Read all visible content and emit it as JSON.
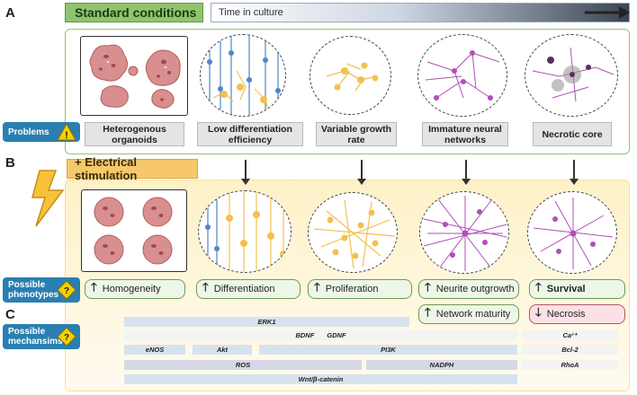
{
  "section_labels": {
    "a": "A",
    "b": "B",
    "c": "C"
  },
  "standard_conditions": "Standard conditions",
  "time_in_culture": "Time in culture",
  "electrical_stimulation": "+ Electrical stimulation",
  "side_labels": {
    "problems": "Problems",
    "possible_phenotypes": "Possible phenotypes",
    "possible_mechanisms": "Possible mechansims"
  },
  "problems": [
    "Heterogenous organoids",
    "Low differentiation efficiency",
    "Variable growth rate",
    "Immature neural networks",
    "Necrotic core"
  ],
  "phenotypes": {
    "homogeneity": "Homogeneity",
    "differentiation": "Differentiation",
    "proliferation": "Proliferation",
    "neurite_outgrowth": "Neurite outgrowth",
    "survival": "Survival",
    "network_maturity": "Network maturity",
    "necrosis": "Necrosis"
  },
  "mechanisms": {
    "erk1": "ERK1",
    "bdnf": "BDNF",
    "gdnf": "GDNF",
    "ca": "Ca²⁺",
    "enos": "eNOS",
    "akt": "Akt",
    "pi3k": "PI3K",
    "bcl2": "Bcl-2",
    "ros": "ROS",
    "nadph": "NADPH",
    "rhoa": "RhoA",
    "wnt": "Wnt/β-catenin"
  },
  "colors": {
    "green_banner": "#8fc46f",
    "orange_banner": "#f6c86b",
    "blue_label": "#2a7fb0",
    "neuron_purple": "#b04fb8",
    "progenitor_blue": "#4f86c6",
    "neuron_yellow": "#f2c14e",
    "organoid_pink": "#d98f8f"
  }
}
